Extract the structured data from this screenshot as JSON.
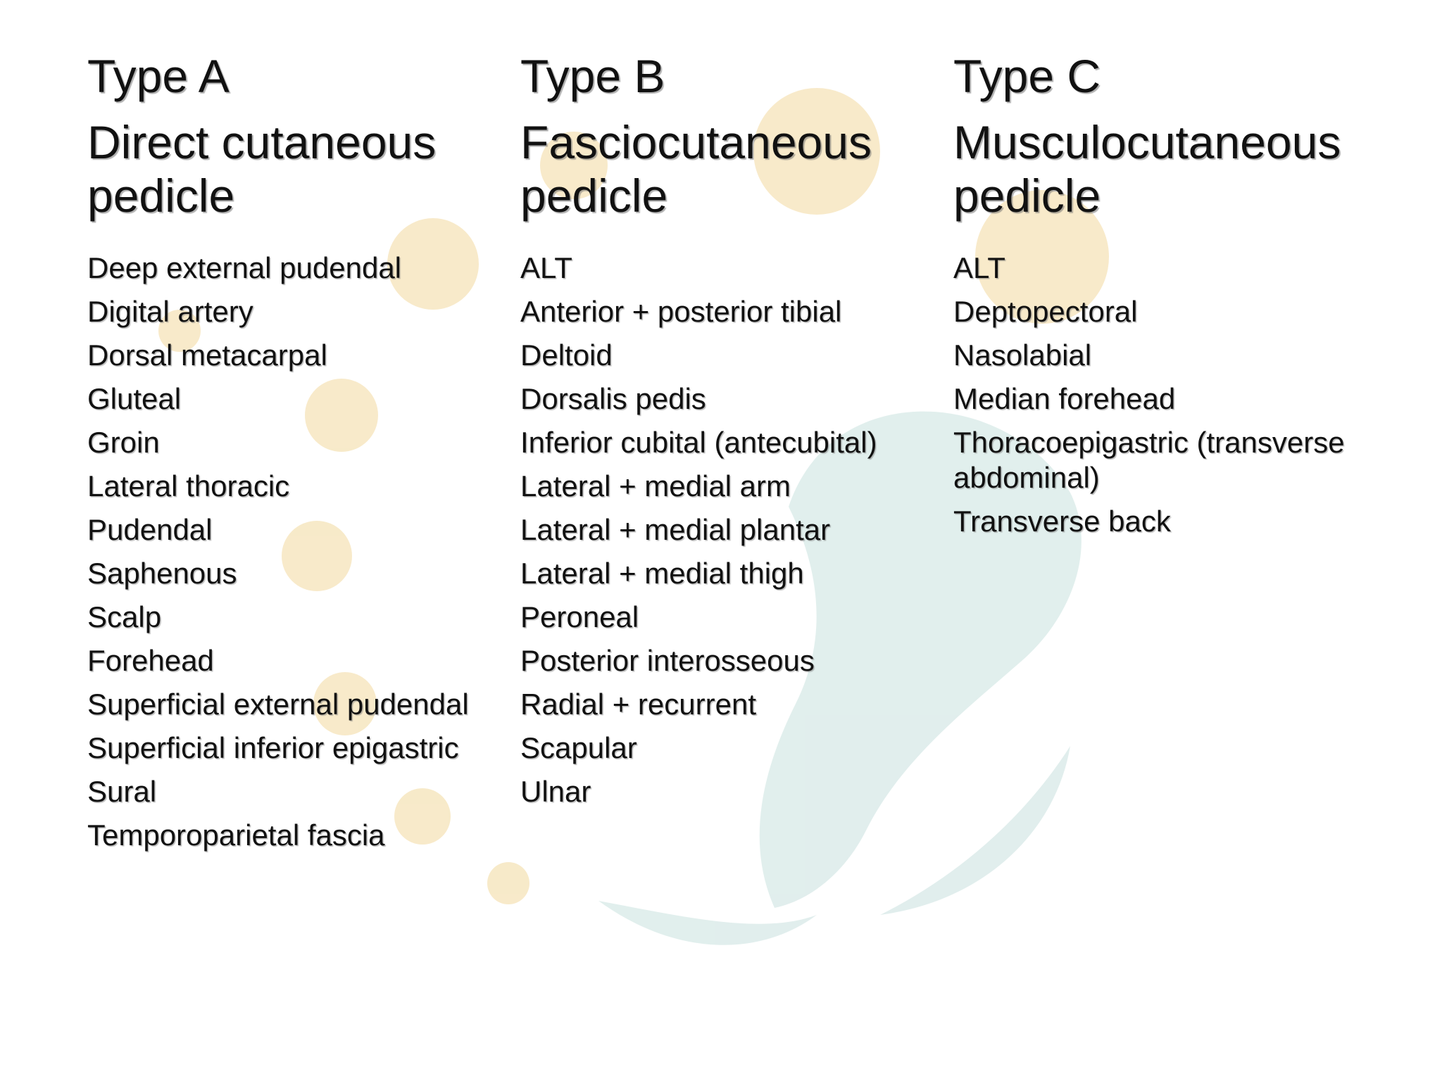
{
  "columns": [
    {
      "title": "Type A",
      "subtitle": "Direct cutaneous pedicle",
      "items": [
        "Deep external pudendal",
        "Digital artery",
        "Dorsal metacarpal",
        "Gluteal",
        "Groin",
        "Lateral thoracic",
        "Pudendal",
        "Saphenous",
        "Scalp",
        "Forehead",
        "Superficial external pudendal",
        "Superficial inferior epigastric",
        "Sural",
        "Temporoparietal fascia"
      ]
    },
    {
      "title": "Type B",
      "subtitle": "Fasciocutaneous pedicle",
      "items": [
        "ALT",
        "Anterior + posterior tibial",
        "Deltoid",
        "Dorsalis pedis",
        "Inferior cubital (antecubital)",
        "Lateral + medial arm",
        "Lateral + medial plantar",
        "Lateral + medial thigh",
        "Peroneal",
        "Posterior interosseous",
        "Radial + recurrent",
        "Scapular",
        "Ulnar"
      ]
    },
    {
      "title": "Type C",
      "subtitle": "Musculocutaneous pedicle",
      "items": [
        "ALT",
        "Deptopectoral",
        "Nasolabial",
        "Median forehead",
        "Thoracoepigastric (transverse abdominal)",
        "Transverse back"
      ]
    }
  ],
  "theme": {
    "text_color": "#111111",
    "dot_color": "#f7e8c4",
    "leaf_color": "#dcecea"
  }
}
